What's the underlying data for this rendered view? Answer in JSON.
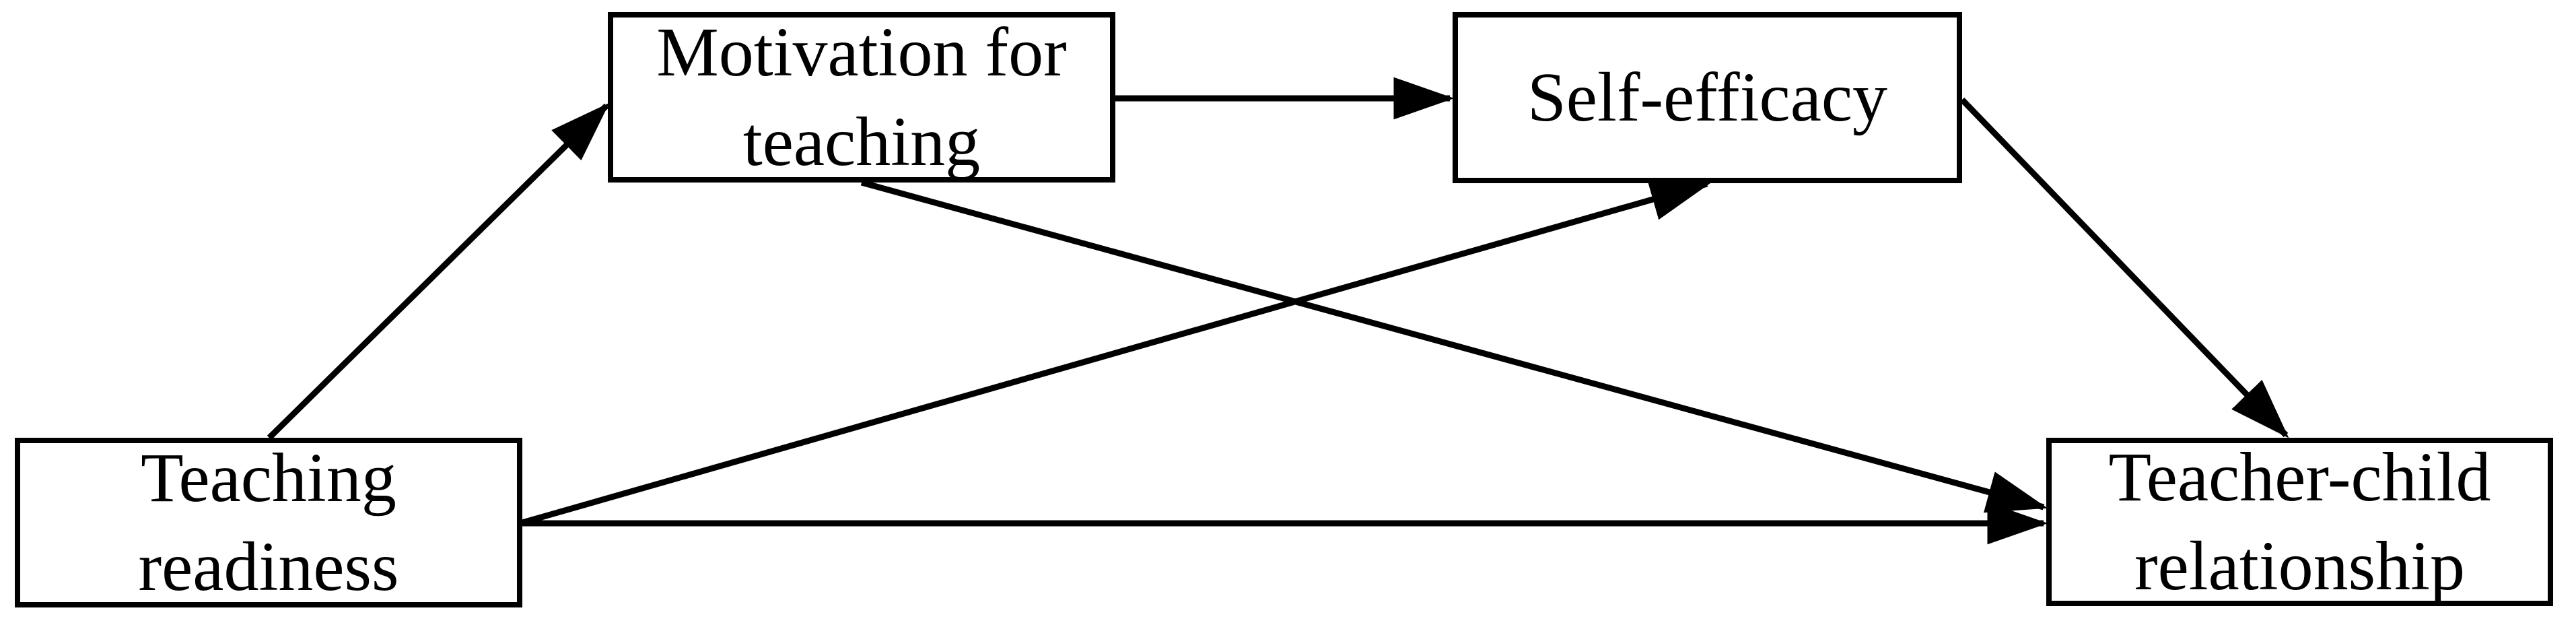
{
  "diagram": {
    "type": "path-model",
    "nodes": {
      "teaching_readiness": {
        "label": "Teaching\nreadiness"
      },
      "motivation": {
        "label": "Motivation for\nteaching"
      },
      "self_efficacy": {
        "label": "Self-efficacy"
      },
      "teacher_child": {
        "label": "Teacher-child\nrelationship"
      }
    },
    "edges": [
      {
        "from": "teaching_readiness",
        "to": "motivation"
      },
      {
        "from": "motivation",
        "to": "self_efficacy"
      },
      {
        "from": "teaching_readiness",
        "to": "self_efficacy"
      },
      {
        "from": "motivation",
        "to": "teacher_child"
      },
      {
        "from": "teaching_readiness",
        "to": "teacher_child"
      },
      {
        "from": "self_efficacy",
        "to": "teacher_child"
      }
    ],
    "colors": {
      "line": "#000000",
      "box_border": "#000000",
      "box_fill": "#ffffff",
      "background": "#ffffff",
      "text": "#000000"
    }
  }
}
